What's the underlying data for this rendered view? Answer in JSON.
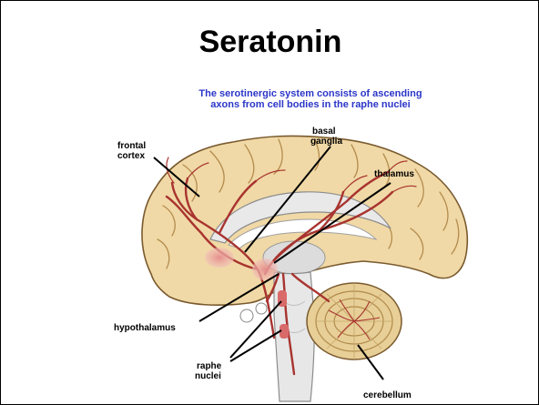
{
  "slide": {
    "title": "Seratonin",
    "caption": [
      "The serotinergic system consists of ascending",
      "axons from cell bodies in the raphe nuclei"
    ]
  },
  "labels": {
    "frontal_cortex": [
      "frontal",
      "cortex"
    ],
    "basal_ganglia": [
      "basal",
      "ganglia"
    ],
    "thalamus": "thalamus",
    "hypothalamus": "hypothalamus",
    "raphe_nuclei": [
      "raphe",
      "nuclei"
    ],
    "cerebellum": "cerebellum"
  },
  "colors": {
    "brain_fill": "#f0d9a6",
    "brain_outline": "#7a5a2e",
    "pathway": "#a8332f",
    "nucleus_glow": "#e79a9a",
    "ventricle": "#e6e6e6",
    "caption_text": "#2b36c8"
  }
}
